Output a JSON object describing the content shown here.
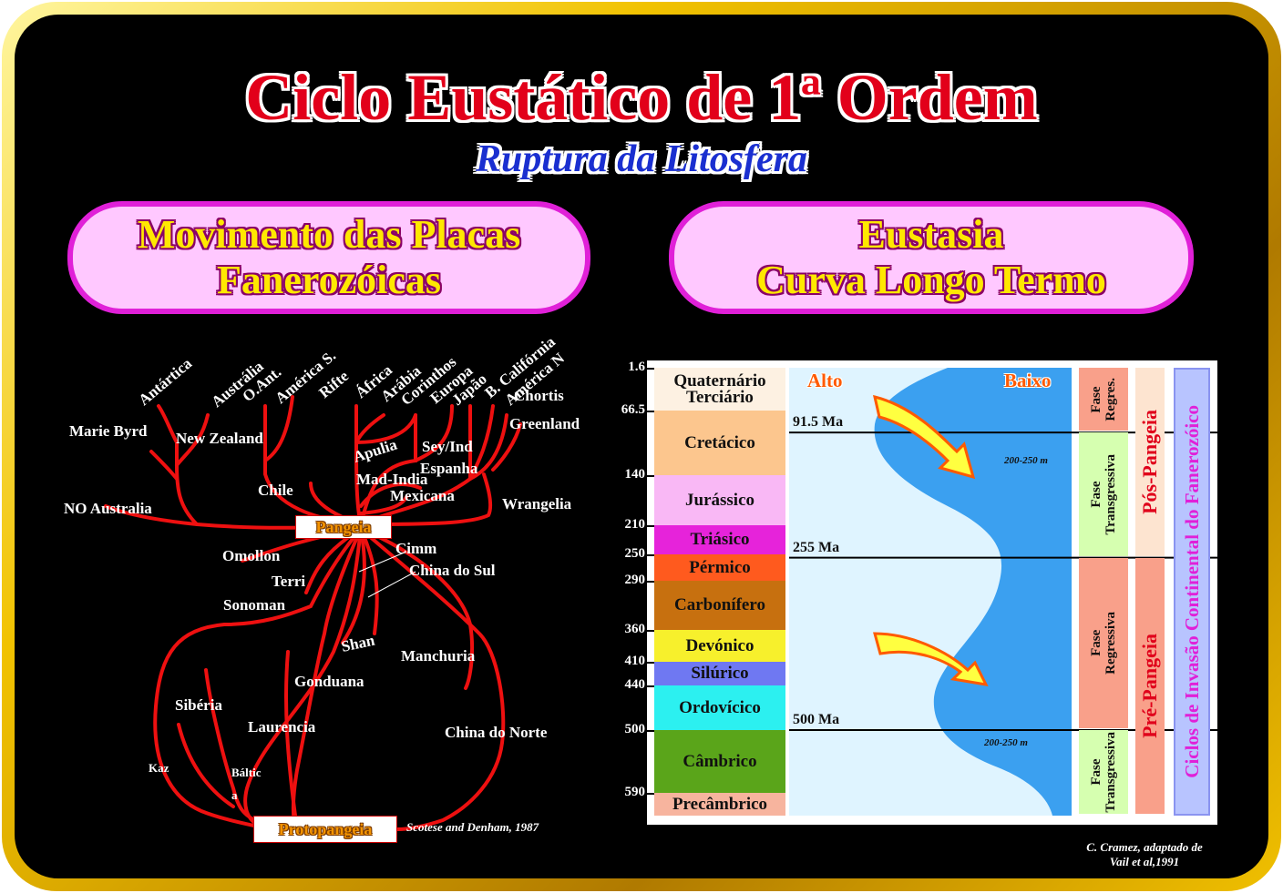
{
  "title": "Ciclo Eustático de 1ª Ordem",
  "subtitle": "Ruptura da  Litosfera",
  "left_panel": {
    "line1": "Movimento das Placas",
    "line2": "Fanerozóicas"
  },
  "right_panel": {
    "line1": "Eustasia",
    "line2": "Curva Longo Termo"
  },
  "tree_labels": {
    "antartica": "Antártica",
    "australia": "Austrália",
    "o_ant": "O.Ant.",
    "america_s": "América S.",
    "rifte": "Rifte",
    "africa": "África",
    "arabia": "Arábia",
    "corinthos": "Corinthos",
    "europa": "Europa",
    "japao": "Japão",
    "b_california": "B. Califórnia",
    "america_n": "América N",
    "chortis": "Chortis",
    "greenland": "Greenland",
    "marie_byrd": "Marie Byrd",
    "new_zealand": "New Zealand",
    "apulia": "Apulia",
    "sey_ind": "Sey/Ind",
    "espanha": "Espanha",
    "chile": "Chile",
    "mad_india": "Mad-India",
    "mexicana": "Mexicana",
    "wrangelia": "Wrangelia",
    "no_australia": "NO Australia",
    "pangeia": "Pangeia",
    "omollon": "Omollon",
    "cimm": "Cimm",
    "china_do_sul": "China do Sul",
    "terri": "Terri",
    "sonoman": "Sonoman",
    "shan": "Shan",
    "manchuria": "Manchuria",
    "gonduana": "Gonduana",
    "siberia": "Sibéria",
    "laurencia": "Laurencia",
    "china_do_norte": "China do Norte",
    "kaz": "Kaz",
    "baltic": "Báltic",
    "baltic_tail": "a",
    "protopangeia": "Protopangeia"
  },
  "credit_left": "Scotese and Denham, 1987",
  "credit_right": {
    "line1": "C. Cramez, adaptado de",
    "line2": "Vail et al,1991"
  },
  "chart_data": {
    "type": "stratigraphic-column",
    "periods": [
      {
        "name": "Quaternário Terciário",
        "line1": "Quaternário",
        "line2": "Terciário",
        "start": 1.6,
        "end": 66.5,
        "color": "#fdf1e2"
      },
      {
        "name": "Cretácico",
        "start": 66.5,
        "end": 140,
        "color": "#fcc68e"
      },
      {
        "name": "Jurássico",
        "start": 140,
        "end": 210,
        "color": "#f9b8f5"
      },
      {
        "name": "Triásico",
        "start": 210,
        "end": 250,
        "color": "#e623da"
      },
      {
        "name": "Pérmico",
        "start": 250,
        "end": 290,
        "color": "#ff5a1e"
      },
      {
        "name": "Carbonífero",
        "start": 290,
        "end": 360,
        "color": "#c7700f"
      },
      {
        "name": "Devónico",
        "start": 360,
        "end": 410,
        "color": "#f7f02c"
      },
      {
        "name": "Silúrico",
        "start": 410,
        "end": 440,
        "color": "#6f78f2"
      },
      {
        "name": "Ordovícico",
        "start": 440,
        "end": 500,
        "color": "#2cf0f0"
      },
      {
        "name": "Câmbrico",
        "start": 500,
        "end": 590,
        "color": "#5aa51a"
      },
      {
        "name": "Precâmbrico",
        "start": 590,
        "end": 630,
        "color": "#f7b49e"
      }
    ],
    "age_ticks": [
      "1.6",
      "66.5",
      "140",
      "210",
      "250",
      "290",
      "360",
      "410",
      "440",
      "500",
      "590"
    ],
    "curve_labels": {
      "high": "Alto",
      "low": "Baixo"
    },
    "markers": [
      {
        "label": "91.5 Ma",
        "age": 91.5
      },
      {
        "label": "255 Ma",
        "age": 255
      },
      {
        "label": "500 Ma",
        "age": 500
      }
    ],
    "depth_labels": [
      "200-250 m",
      "200-250 m"
    ],
    "phases": [
      {
        "label1": "Fase",
        "label2": "Regres.",
        "start": 1.6,
        "end": 91.5,
        "color": "#f9a08a"
      },
      {
        "label1": "Fase",
        "label2": "Transgressiva",
        "start": 91.5,
        "end": 255,
        "color": "#d6ffb0"
      },
      {
        "label1": "Fase",
        "label2": "Regressiva",
        "start": 255,
        "end": 500,
        "color": "#f9a08a"
      },
      {
        "label1": "Fase",
        "label2": "Transgressiva",
        "start": 500,
        "end": 630,
        "color": "#d6ffb0"
      }
    ],
    "eras": [
      {
        "label": "Pós-Pangeia",
        "start": 1.6,
        "end": 255,
        "color": "#fde4d0"
      },
      {
        "label": "Pré-Pangeia",
        "start": 255,
        "end": 630,
        "color": "#f9a08a"
      }
    ],
    "cycles_label": "Ciclos de Invasão Continental do Fanerozóico",
    "colors": {
      "sea": "#3ba0f0",
      "shelf": "#dff4ff",
      "arrow": "#ffff40",
      "arrow_outline": "#ff5a00"
    }
  }
}
